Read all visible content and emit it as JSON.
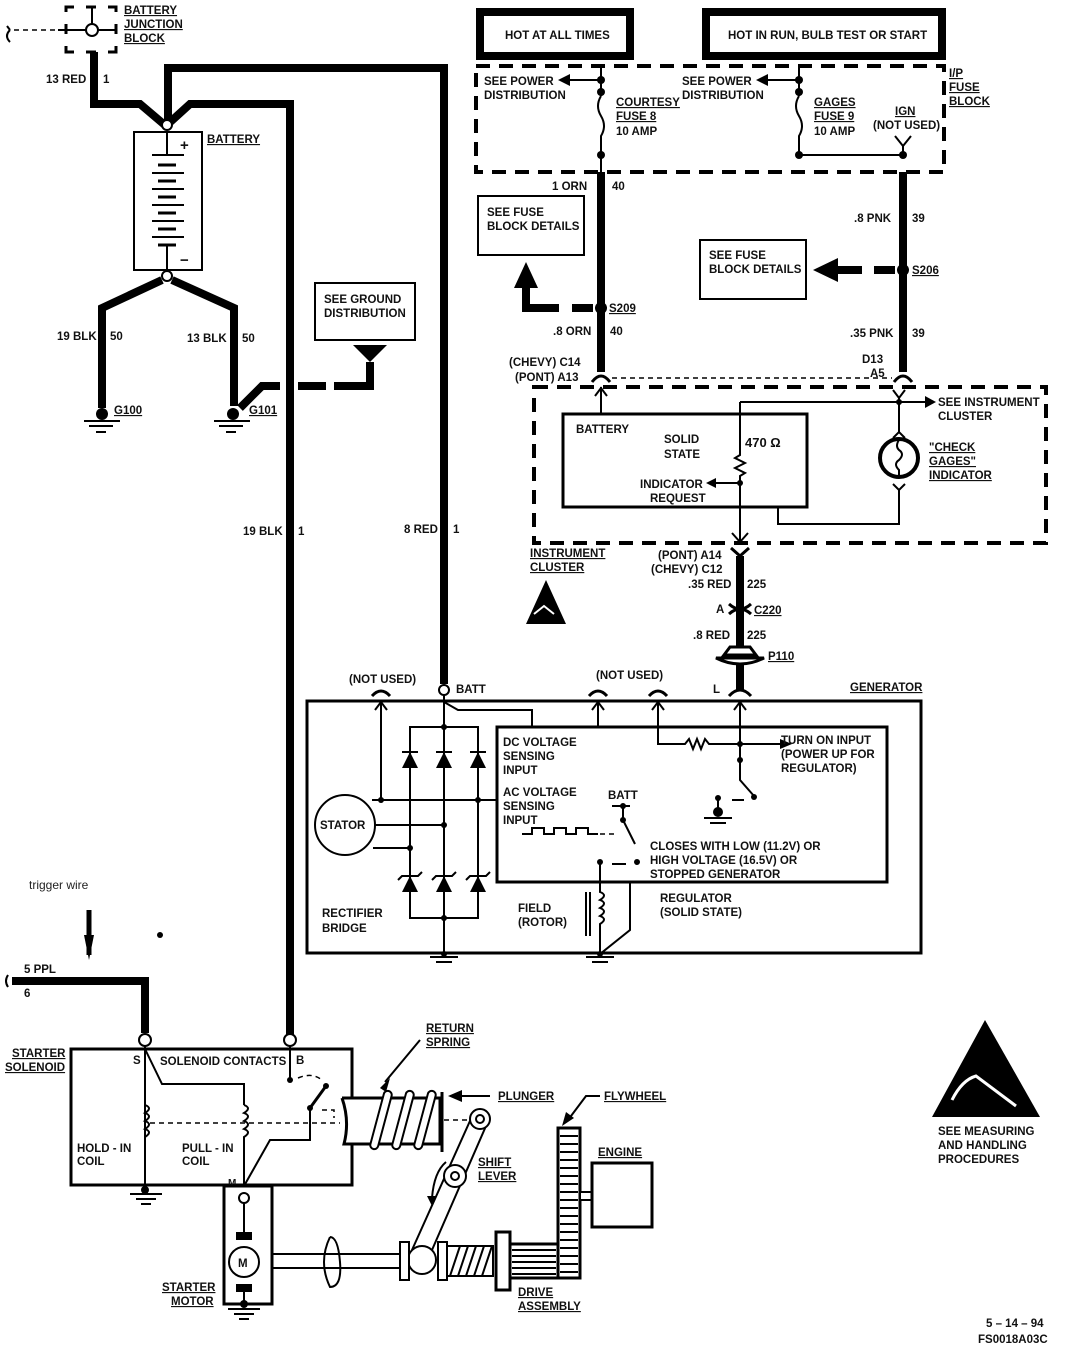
{
  "title": "Charging System / Starter Wiring Diagram",
  "annotation": "trigger wire",
  "colors": {
    "ink": "#000000",
    "paper": "#ffffff"
  },
  "power_headers": {
    "hot_at_all_times": "HOT AT ALL TIMES",
    "hot_in_run": "HOT IN RUN, BULB TEST OR START"
  },
  "battery_junction_block": {
    "line1": "BATTERY",
    "line2": "JUNCTION",
    "line3": "BLOCK"
  },
  "battery": {
    "label": "BATTERY",
    "plus": "+",
    "minus": "−"
  },
  "wires": {
    "w13red": {
      "gauge": "13 RED",
      "circuit": "1"
    },
    "w19blk_a": {
      "gauge": "19 BLK",
      "circuit": "50"
    },
    "w13blk": {
      "gauge": "13 BLK",
      "circuit": "50"
    },
    "w19blk_b": {
      "gauge": "19 BLK",
      "circuit": "1"
    },
    "w8red": {
      "gauge": "8 RED",
      "circuit": "1"
    },
    "w1orn": {
      "gauge": "1 ORN",
      "circuit": "40"
    },
    "w08orn": {
      "gauge": ".8 ORN",
      "circuit": "40"
    },
    "w08pnk": {
      "gauge": ".8 PNK",
      "circuit": "39"
    },
    "w035pnk": {
      "gauge": ".35 PNK",
      "circuit": "39"
    },
    "w035red": {
      "gauge": ".35 RED",
      "circuit": "225"
    },
    "w08red": {
      "gauge": ".8 RED",
      "circuit": "225"
    },
    "w5ppl": {
      "gauge": "5 PPL",
      "circuit": "6"
    }
  },
  "grounds": {
    "g100": "G100",
    "g101": "G101"
  },
  "ground_distribution": {
    "line1": "SEE GROUND",
    "line2": "DISTRIBUTION"
  },
  "fuse_block": {
    "title1": "I/P",
    "title2": "FUSE",
    "title3": "BLOCK",
    "see_power_1a": "SEE POWER",
    "see_power_1b": "DISTRIBUTION",
    "see_power_2a": "SEE POWER",
    "see_power_2b": "DISTRIBUTION",
    "courtesy_name": "COURTESY",
    "courtesy_fuse": "FUSE 8",
    "courtesy_amp": "10 AMP",
    "gages_name": "GAGES",
    "gages_fuse": "FUSE 9",
    "gages_amp": "10 AMP",
    "ign": "IGN",
    "ign_note": "(NOT USED)"
  },
  "fuse_details": {
    "line1": "SEE FUSE",
    "line2": "BLOCK DETAILS"
  },
  "splices": {
    "s209": "S209",
    "s206": "S206"
  },
  "connectors": {
    "c14": "(CHEVY) C14",
    "a13": "(PONT) A13",
    "d13": "D13",
    "a5": "A5",
    "a14": "(PONT) A14",
    "c12": "(CHEVY) C12",
    "c220_pin": "A",
    "c220": "C220",
    "p110": "P110"
  },
  "instrument_cluster": {
    "label1": "INSTRUMENT",
    "label2": "CLUSTER",
    "battery": "BATTERY",
    "solid1": "SOLID",
    "solid2": "STATE",
    "resistor": "470 Ω",
    "req1": "INDICATOR",
    "req2": "REQUEST",
    "see1": "SEE INSTRUMENT",
    "see2": "CLUSTER",
    "check1": "\"CHECK",
    "check2": "GAGES\"",
    "check3": "INDICATOR"
  },
  "generator": {
    "label": "GENERATOR",
    "not_used_1": "(NOT USED)",
    "not_used_2": "(NOT USED)",
    "batt": "BATT",
    "l": "L",
    "stator": "STATOR",
    "rect1": "RECTIFIER",
    "rect2": "BRIDGE",
    "dc1": "DC VOLTAGE",
    "dc2": "SENSING",
    "dc3": "INPUT",
    "ac1": "AC VOLTAGE",
    "ac2": "SENSING",
    "ac3": "INPUT",
    "batt_inner": "BATT",
    "turn1": "TURN ON INPUT",
    "turn2": "(POWER UP FOR",
    "turn3": "REGULATOR)",
    "closes1": "CLOSES WITH LOW (11.2V) OR",
    "closes2": "HIGH VOLTAGE (16.5V) OR",
    "closes3": "STOPPED GENERATOR",
    "field1": "FIELD",
    "field2": "(ROTOR)",
    "reg1": "REGULATOR",
    "reg2": "(SOLID STATE)"
  },
  "starter": {
    "sol1": "STARTER",
    "sol2": "SOLENOID",
    "s": "S",
    "b": "B",
    "m": "M",
    "contacts": "SOLENOID CONTACTS",
    "hold1": "HOLD - IN",
    "hold2": "COIL",
    "pull1": "PULL - IN",
    "pull2": "COIL",
    "return1": "RETURN",
    "return2": "SPRING",
    "plunger": "PLUNGER",
    "flywheel": "FLYWHEEL",
    "engine": "ENGINE",
    "shift1": "SHIFT",
    "shift2": "LEVER",
    "motor1": "STARTER",
    "motor2": "MOTOR",
    "motor_symbol": "M",
    "drive1": "DRIVE",
    "drive2": "ASSEMBLY"
  },
  "esd": {
    "line1": "SEE MEASURING",
    "line2": "AND HANDLING",
    "line3": "PROCEDURES"
  },
  "footer": {
    "date": "5 – 14 – 94",
    "code": "FS0018A03C"
  }
}
